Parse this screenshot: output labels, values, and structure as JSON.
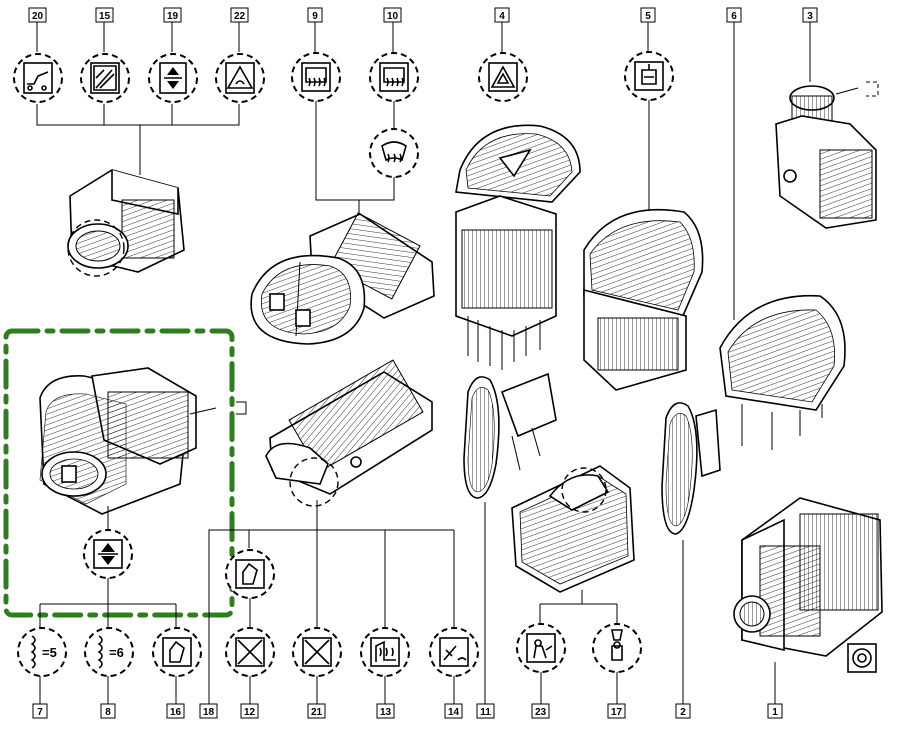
{
  "callouts": {
    "c20": "20",
    "c15": "15",
    "c19": "19",
    "c22": "22",
    "c9": "9",
    "c10": "10",
    "c4": "4",
    "c5": "5",
    "c6": "6",
    "c3": "3",
    "c7": "7",
    "c8": "8",
    "c16": "16",
    "c18": "18",
    "c12": "12",
    "c21": "21",
    "c13": "13",
    "c14": "14",
    "c11": "11",
    "c23": "23",
    "c17": "17",
    "c2": "2",
    "c1": "1"
  },
  "ratios": {
    "r5": "=5",
    "r6": "=6"
  },
  "colors": {
    "frame": "#2e7d1e",
    "ink": "#000000",
    "paper": "#ffffff"
  },
  "icons": [
    "door-open-icon",
    "wiper-icon",
    "up-down-arrows-icon",
    "hazard-warning-icon",
    "rear-defrost-icon",
    "front-defrost-icon",
    "child-lock-icon",
    "seat-heater-icon",
    "cross-icon",
    "airbag-person-icon",
    "mirror-adjust-icon"
  ]
}
